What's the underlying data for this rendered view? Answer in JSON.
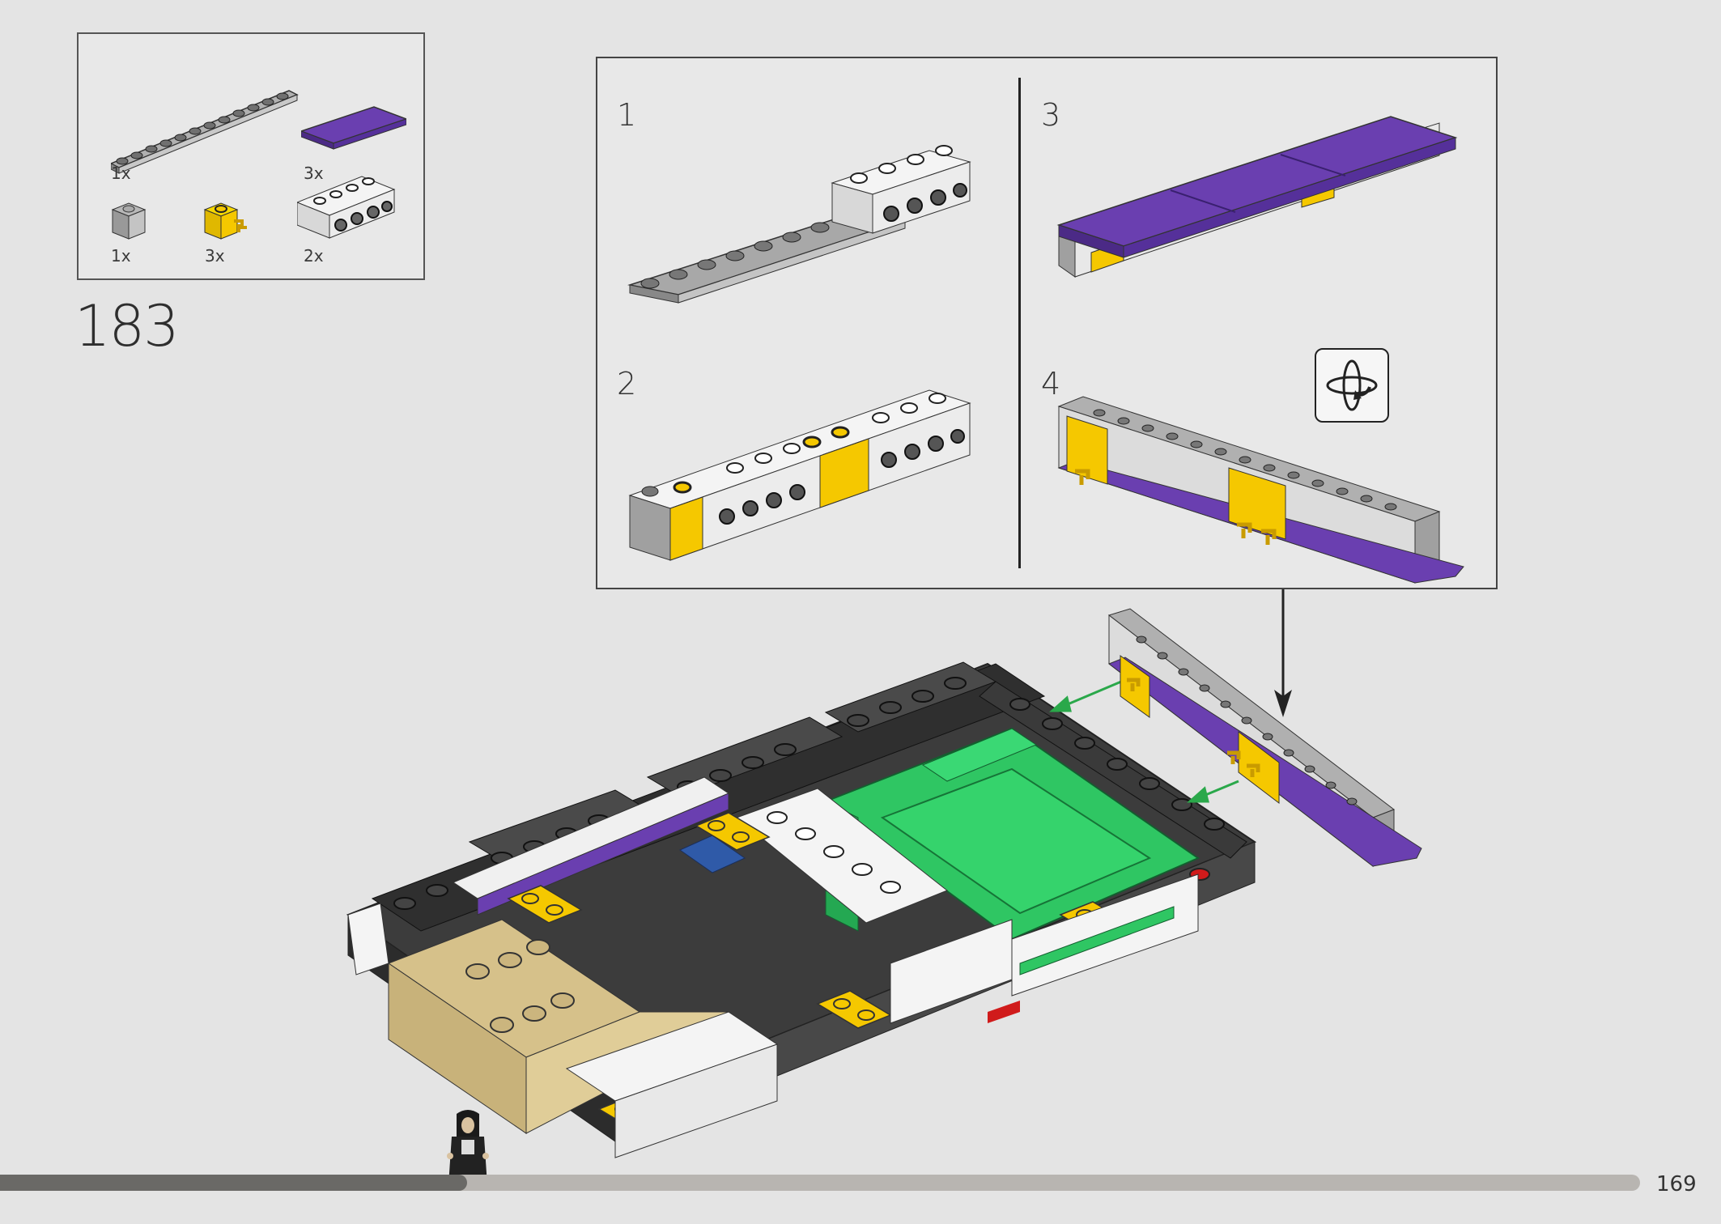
{
  "parts": [
    {
      "name": "gray-plate-1x12",
      "qty": "1x"
    },
    {
      "name": "purple-tile-2x4",
      "qty": "3x"
    },
    {
      "name": "gray-brick-1x1",
      "qty": "1x"
    },
    {
      "name": "yellow-clip-brick",
      "qty": "3x"
    },
    {
      "name": "white-technic-brick-1x4",
      "qty": "2x"
    }
  ],
  "step": {
    "number": "183"
  },
  "substeps": [
    {
      "label": "1"
    },
    {
      "label": "2"
    },
    {
      "label": "3"
    },
    {
      "label": "4"
    }
  ],
  "page": {
    "number": "169",
    "progress": 0.285
  },
  "colors": {
    "background": "#e4e4e4",
    "gray": "#a8a8a8",
    "dark_gray": "#4a4a4a",
    "purple": "#6a3fb0",
    "yellow": "#f5c800",
    "green": "#2fc663",
    "tan": "#d6c18a",
    "white": "#f4f4f4",
    "arrow_green": "#2aa84a"
  },
  "icons": {
    "rotate": "rotate-model-icon"
  }
}
